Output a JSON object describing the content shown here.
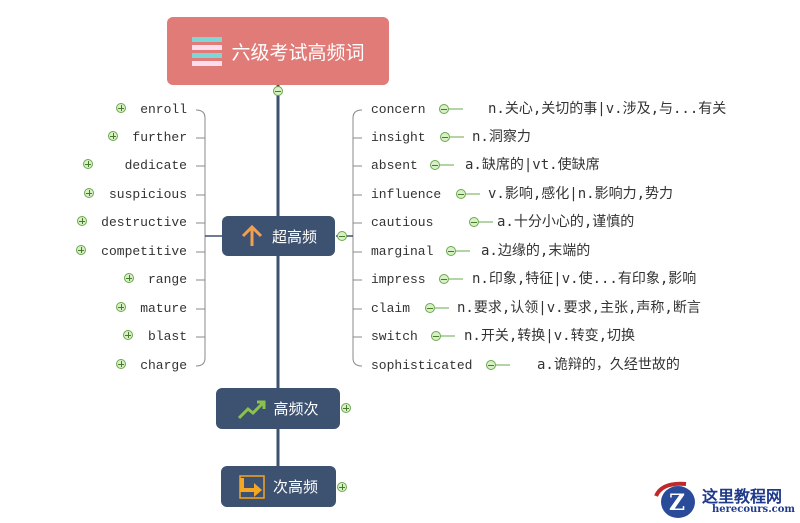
{
  "root": {
    "title": "六级考试高频词",
    "icon": "list-icon",
    "color": "#e07b78"
  },
  "branches": [
    {
      "label": "超高频",
      "icon": "arrow-up-icon",
      "color": "#3d5170"
    },
    {
      "label": "高频次",
      "icon": "trend-up-icon",
      "color": "#3d5170"
    },
    {
      "label": "次高频",
      "icon": "turn-right-arrow-icon",
      "color": "#3d5170"
    }
  ],
  "left_words": [
    "enroll",
    "further",
    "dedicate",
    "suspicious",
    "destructive",
    "competitive",
    "range",
    "mature",
    "blast",
    "charge"
  ],
  "right_words": [
    {
      "word": "concern",
      "def": "n.关心,关切的事|v.涉及,与...有关"
    },
    {
      "word": "insight",
      "def": "n.洞察力"
    },
    {
      "word": "absent",
      "def": "a.缺席的|vt.使缺席"
    },
    {
      "word": "influence",
      "def": "v.影响,感化|n.影响力,势力"
    },
    {
      "word": "cautious",
      "def": "a.十分小心的,谨慎的"
    },
    {
      "word": "marginal",
      "def": "a.边缘的,末端的"
    },
    {
      "word": "impress",
      "def": "n.印象,特征|v.使...有印象,影响"
    },
    {
      "word": "claim",
      "def": "n.要求,认领|v.要求,主张,声称,断言"
    },
    {
      "word": "switch",
      "def": "n.开关,转换|v.转变,切换"
    },
    {
      "word": "sophisticated",
      "def": "a.诡辩的，久经世故的"
    }
  ],
  "watermark": {
    "name": "这里教程网",
    "url": "herecours.com"
  }
}
